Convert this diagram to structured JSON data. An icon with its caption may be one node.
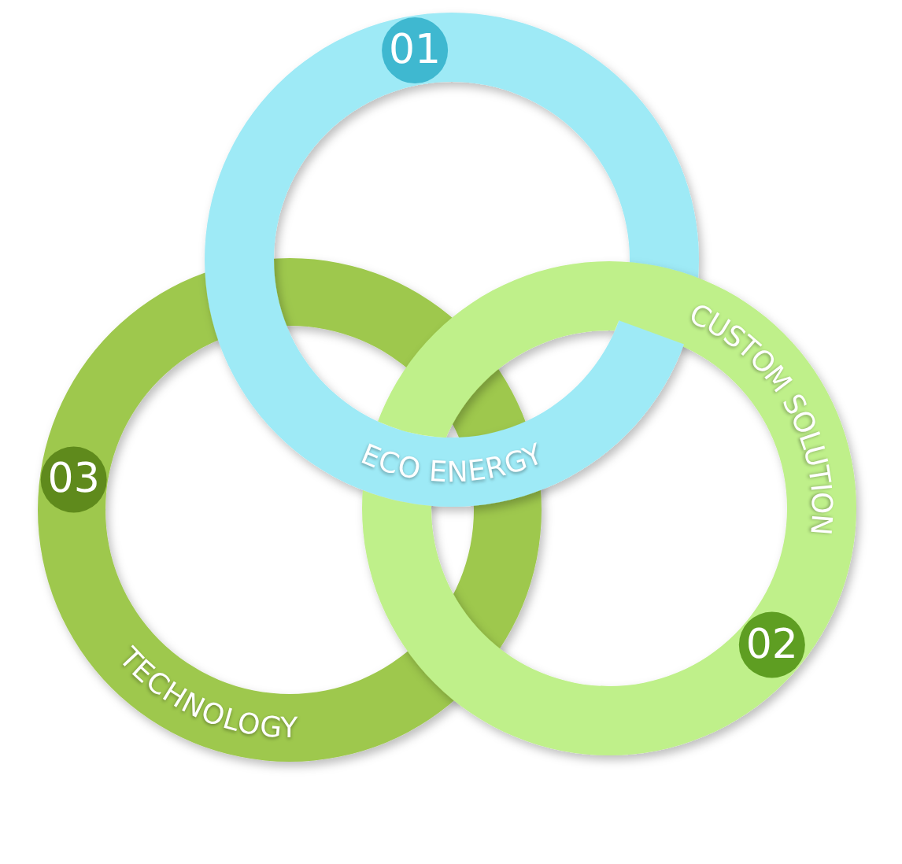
{
  "diagram": {
    "nodes": [
      {
        "text": [
          "01",
          "ECO ENERGY"
        ]
      },
      {
        "text": [
          "CUSTOM SOLUTION",
          "02"
        ]
      },
      {
        "text": [
          "03",
          "TECHNOLOGY"
        ]
      }
    ]
  }
}
